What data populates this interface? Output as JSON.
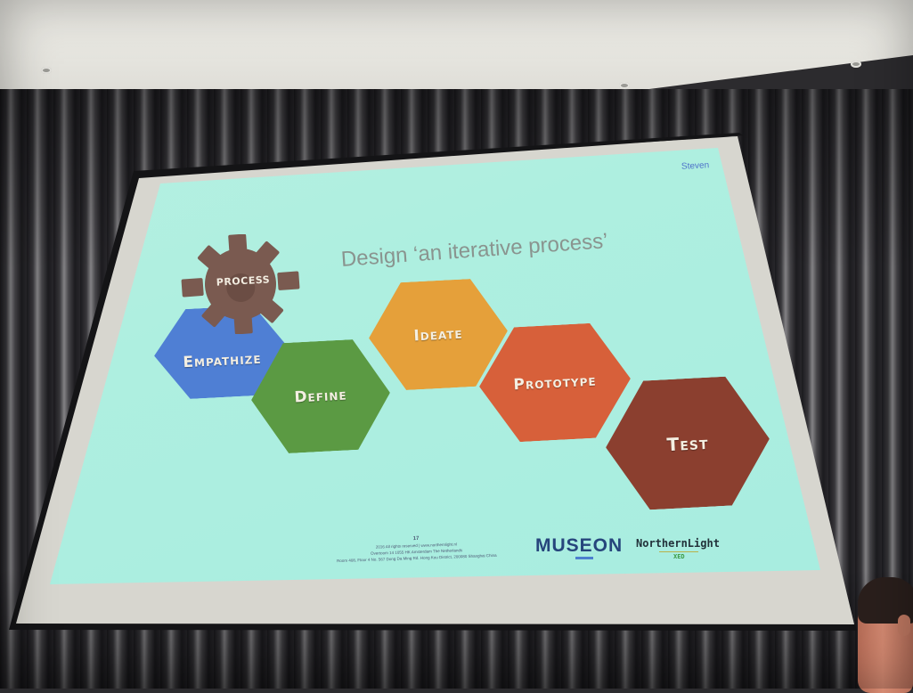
{
  "slide": {
    "presenter": "Steven",
    "title": "Design ‘an iterative process’",
    "gear_label": "PROCESS",
    "stages": {
      "empathize": "Empathize",
      "define": "Define",
      "ideate": "Ideate",
      "prototype": "Prototype",
      "test": "Test"
    },
    "footer": {
      "page_number": "17",
      "line1": "2016 All rights reserved | www.northernlight.nl",
      "line2": "Overtoom 14 1055 HK Amsterdam The Netherlands",
      "line3": "Room 408, Floor 4 No. 567 Dong Da Ming Rd. Hong Kou District, 200080 Shanghai China"
    },
    "logos": {
      "museon": "MUSEON",
      "northernlight": "NorthernLight",
      "xed": "XED"
    }
  },
  "colors": {
    "slide_background": "#aeefe0",
    "empathize": "#4f7fd4",
    "define": "#5b9a43",
    "ideate": "#e5a03a",
    "prototype": "#d7603a",
    "test": "#8b3f2f",
    "gear": "#7a5a50",
    "title_text": "#8a948f"
  }
}
